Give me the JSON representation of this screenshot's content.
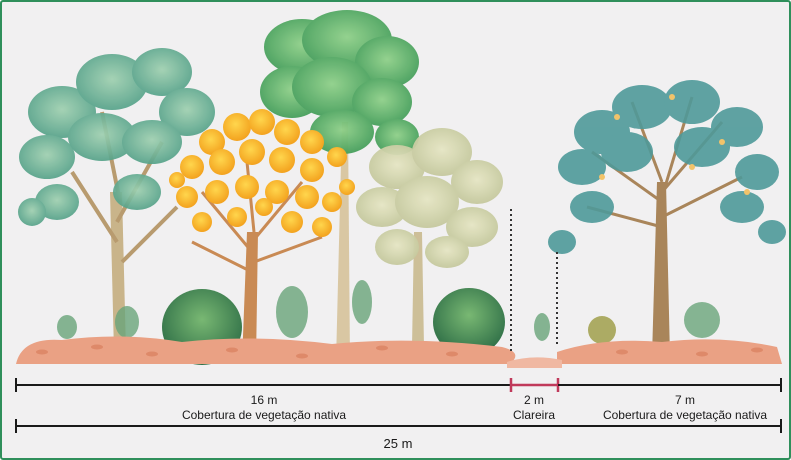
{
  "segments": [
    {
      "distance": "16 m",
      "caption": "Cobertura de vegetação nativa"
    },
    {
      "distance": "2 m",
      "caption": "Clareira"
    },
    {
      "distance": "7 m",
      "caption": "Cobertura de vegetação nativa"
    }
  ],
  "total": {
    "distance": "25 m"
  },
  "colors": {
    "frame": "#2f8f5b",
    "gap_marker": "#c0395a",
    "leaf_litter": "#e79a78",
    "ipe_flowers": "#f7b52a"
  }
}
